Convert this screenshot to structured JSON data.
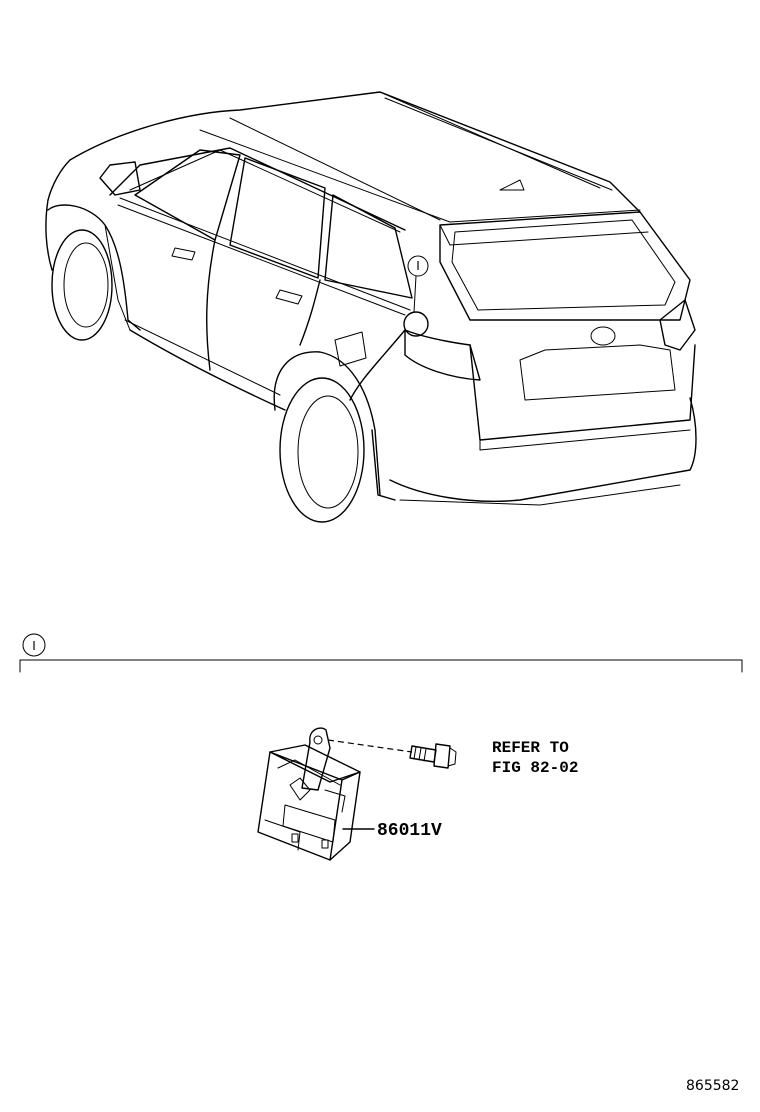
{
  "callout": {
    "marker_label": "I"
  },
  "section": {
    "marker_label": "I"
  },
  "parts": {
    "reference_line1": "REFER TO",
    "reference_line2": "FIG 82-02",
    "part_number": "86011V"
  },
  "illustration_number": "865582"
}
